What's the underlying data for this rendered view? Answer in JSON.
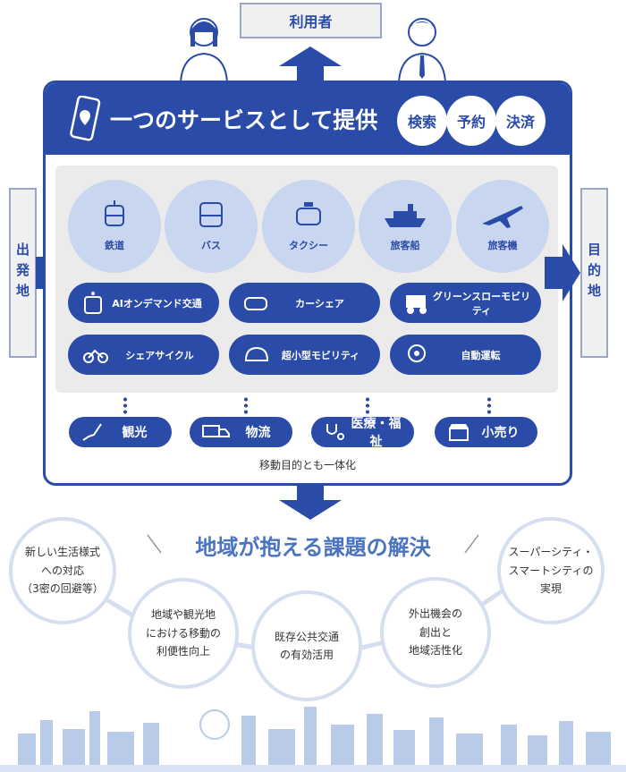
{
  "user_label": "利用者",
  "origin_label": "出発地",
  "destination_label": "目的地",
  "header": {
    "title": "一つのサービスとして提供",
    "badges": [
      "検索",
      "予約",
      "決済"
    ]
  },
  "modes": [
    "鉄道",
    "バス",
    "タクシー",
    "旅客船",
    "旅客機"
  ],
  "services": [
    "AIオンデマンド交通",
    "カーシェア",
    "グリーンスローモビリティ",
    "シェアサイクル",
    "超小型モビリティ",
    "自動運転"
  ],
  "purposes": [
    "観光",
    "物流",
    "医療・福祉",
    "小売り"
  ],
  "purpose_caption": "移動目的とも一体化",
  "solution_title": "地域が抱える課題の解決",
  "issues": [
    "新しい生活様式\nへの対応\n（3密の回避等）",
    "地域や観光地\nにおける移動の\n利便性向上",
    "既存公共交通\nの有効活用",
    "外出機会の\n創出と\n地域活性化",
    "スーパーシティ・\nスマートシティの\n実現"
  ],
  "colors": {
    "primary": "#2a4ba8",
    "light": "#c9d6ef",
    "panel": "#ebebeb"
  }
}
